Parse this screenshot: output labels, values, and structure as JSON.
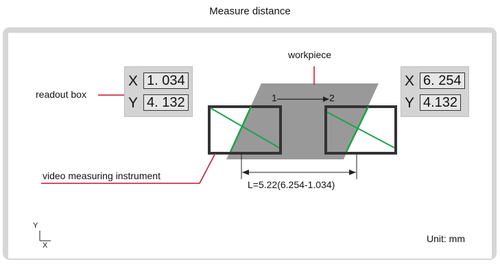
{
  "title": "Measure distance",
  "labels": {
    "workpiece": "workpiece",
    "readout_box": "readout box",
    "instrument": "video measuring instrument",
    "distance": "L=5.22(6.254-1.034)",
    "unit": "Unit: mm",
    "point_1": "1",
    "point_2": "2",
    "axis_y": "Y",
    "axis_x": "X"
  },
  "readout_left": {
    "x_label": "X",
    "x_value": "1. 034",
    "y_label": "Y",
    "y_value": "4. 132"
  },
  "readout_right": {
    "x_label": "X",
    "x_value": "6. 254",
    "y_label": "Y",
    "y_value": "4.132"
  },
  "colors": {
    "frame": "#d6d6d6",
    "workpiece": "#999999",
    "edge": "#1aa34a",
    "leader": "#c8102e",
    "box": "#333333"
  }
}
